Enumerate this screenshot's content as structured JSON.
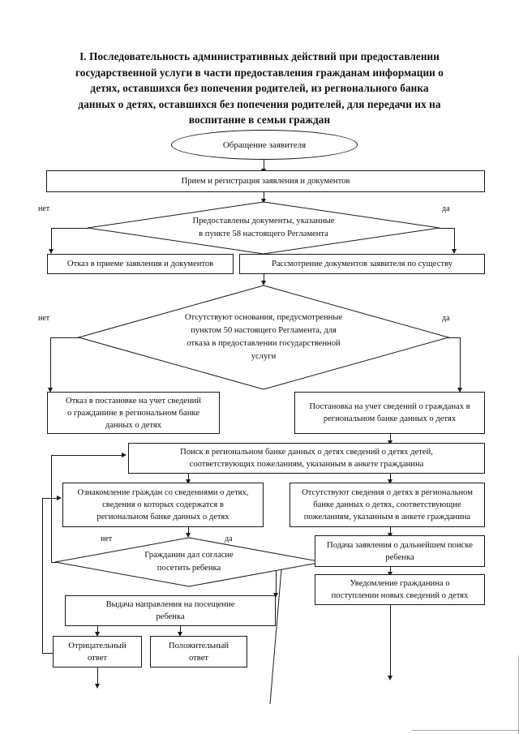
{
  "document": {
    "title_lines": [
      "I. Последовательность административных действий при предоставлении",
      "государственной услуги в части предоставления гражданам информации о",
      "детях, оставшихся без попечения родителей, из регионального банка",
      "данных о детях, оставшихся без попечения родителей, для передачи их на",
      "воспитание в семьи граждан"
    ],
    "title_full": "I. Последовательность административных действий при предоставлении государственной услуги в части предоставления гражданам информации о детях, оставшихся без попечения родителей, из регионального банка данных о детях, оставшихся без попечения родителей, для передачи их на воспитание в семьи граждан"
  },
  "chart_data": {
    "type": "diagram",
    "diagram_kind": "flowchart",
    "orientation": "top-to-bottom",
    "title": "I. Последовательность административных действий при предоставлении государственной услуги в части предоставления гражданам информации о детях, оставшихся без попечения родителей, из регионального банка данных о детях, оставшихся без попечения родителей, для передачи их на воспитание в семьи граждан",
    "nodes": [
      {
        "id": "n1",
        "shape": "ellipse",
        "text": "Обращение заявителя"
      },
      {
        "id": "n2",
        "shape": "process",
        "text": "Прием и регистрация заявления и документов"
      },
      {
        "id": "n3",
        "shape": "decision",
        "text": "Предоставлены документы, указанные в пункте 58 настоящего Регламента"
      },
      {
        "id": "n4",
        "shape": "process",
        "text": "Отказ в приеме заявления и документов"
      },
      {
        "id": "n5",
        "shape": "process",
        "text": "Рассмотрение документов заявителя по существу"
      },
      {
        "id": "n6",
        "shape": "decision",
        "text": "Отсутствуют основания, предусмотренные пунктом 50 настоящего Регламента, для отказа в предоставлении государственной услуги"
      },
      {
        "id": "n7",
        "shape": "process",
        "text": "Отказ в постановке на учет сведений о гражданине в региональном банке данных о детях"
      },
      {
        "id": "n8",
        "shape": "process",
        "text": "Постановка на учет сведений о гражданах в региональном банке данных о детях"
      },
      {
        "id": "n9",
        "shape": "process",
        "text": "Поиск в региональном банке данных о детях сведений о детях детей, соответствующих пожеланиям, указанным в анкете гражданина"
      },
      {
        "id": "n10",
        "shape": "process",
        "text": "Ознакомление граждан со сведениями о детях, сведения о которых содержатся в региональном банке данных о детях"
      },
      {
        "id": "n11",
        "shape": "process",
        "text": "Отсутствуют сведения о детях в региональном банке данных о детях, соответствующие пожеланиям, указанным в анкете гражданина"
      },
      {
        "id": "n12",
        "shape": "decision",
        "text": "Гражданин дал согласие посетить ребенка"
      },
      {
        "id": "n13",
        "shape": "process",
        "text": "Подача заявления о дальнейшем поиске ребенка"
      },
      {
        "id": "n14",
        "shape": "process",
        "text": "Уведомление гражданина о поступлении новых сведений о детях"
      },
      {
        "id": "n15",
        "shape": "process",
        "text": "Выдача направления на посещение ребенка"
      },
      {
        "id": "n16",
        "shape": "process",
        "text": "Отрицательный ответ"
      },
      {
        "id": "n17",
        "shape": "process",
        "text": "Положительный ответ"
      }
    ],
    "edges": [
      {
        "from": "n1",
        "to": "n2",
        "label": ""
      },
      {
        "from": "n2",
        "to": "n3",
        "label": ""
      },
      {
        "from": "n3",
        "to": "n4",
        "label": "нет"
      },
      {
        "from": "n3",
        "to": "n5",
        "label": "да"
      },
      {
        "from": "n5",
        "to": "n6",
        "label": ""
      },
      {
        "from": "n6",
        "to": "n7",
        "label": "нет"
      },
      {
        "from": "n6",
        "to": "n8",
        "label": "да"
      },
      {
        "from": "n8",
        "to": "n9",
        "label": ""
      },
      {
        "from": "n9",
        "to": "n10",
        "label": ""
      },
      {
        "from": "n9",
        "to": "n11",
        "label": ""
      },
      {
        "from": "n10",
        "to": "n12",
        "label": ""
      },
      {
        "from": "n11",
        "to": "n13",
        "label": ""
      },
      {
        "from": "n13",
        "to": "n14",
        "label": ""
      },
      {
        "from": "n12",
        "to": "n15",
        "label": "да"
      },
      {
        "from": "n12",
        "to": "n9",
        "label": "нет"
      },
      {
        "from": "n15",
        "to": "n16",
        "label": ""
      },
      {
        "from": "n15",
        "to": "n17",
        "label": ""
      },
      {
        "from": "n16",
        "to": "n10",
        "label": ""
      }
    ],
    "edge_labels": [
      "нет",
      "да"
    ]
  },
  "nodes": {
    "n1": {
      "text": "Обращение заявителя"
    },
    "n2": {
      "text": "Прием и регистрация заявления и документов"
    },
    "n3": {
      "line1": "Предоставлены документы, указанные",
      "line2": "в пункте 58 настоящего Регламента"
    },
    "n4": {
      "text": "Отказ в приеме заявления и документов"
    },
    "n5": {
      "text": "Рассмотрение документов заявителя по существу"
    },
    "n6": {
      "line1": "Отсутствуют основания, предусмотренные",
      "line2": "пунктом 50 настоящего Регламента, для",
      "line3": "отказа в предоставлении государственной",
      "line4": "услуги"
    },
    "n7": {
      "line1": "Отказ в постановке на учет сведений",
      "line2": "о гражданине в региональном банке",
      "line3": "данных о детях"
    },
    "n8": {
      "line1": "Постановка на учет сведений о гражданах в",
      "line2": "региональном банке данных о детях"
    },
    "n9": {
      "line1": "Поиск в региональном банке данных о детях сведений о детях детей,",
      "line2": "соответствующих пожеланиям, указанным в анкете гражданина"
    },
    "n10": {
      "line1": "Ознакомление граждан со сведениями о детях,",
      "line2": "сведения о которых содержатся в",
      "line3": "региональном банке данных о детях"
    },
    "n11": {
      "line1": "Отсутствуют сведения о детях в региональном",
      "line2": "банке данных о детях, соответствующие",
      "line3": "пожеланиям, указанным в анкете гражданина"
    },
    "n12": {
      "line1": "Гражданин дал согласие",
      "line2": "посетить ребенка"
    },
    "n13": {
      "line1": "Подача заявления о дальнейшем поиске",
      "line2": "ребенка"
    },
    "n14": {
      "line1": "Уведомление гражданина о",
      "line2": "поступлении новых сведений о детях"
    },
    "n15": {
      "line1": "Выдача направления на посещение",
      "line2": "ребенка"
    },
    "n16": {
      "line1": "Отрицательный",
      "line2": "ответ"
    },
    "n17": {
      "line1": "Положительный",
      "line2": "ответ"
    }
  },
  "labels": {
    "no": "нет",
    "yes": "да"
  },
  "colors": {
    "ink": "#1a1a1a",
    "paper": "#ffffff"
  }
}
